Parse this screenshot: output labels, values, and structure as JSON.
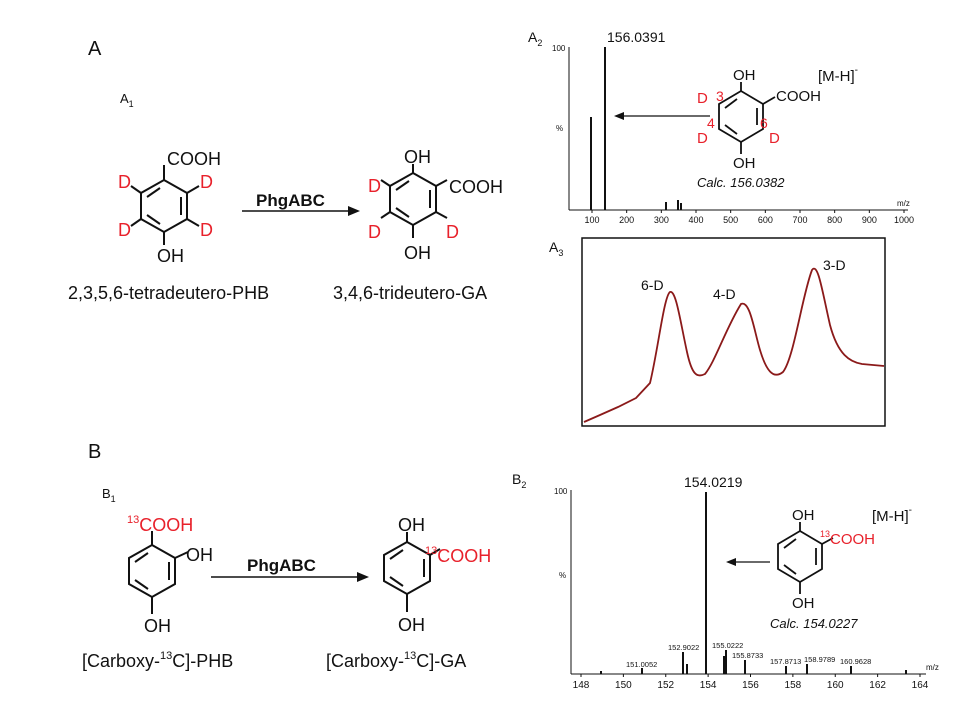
{
  "panelA": {
    "letter": "A",
    "a1": {
      "label": "A",
      "sub": "1"
    },
    "substrate": {
      "name": "2,3,5,6-tetradeutero-PHB",
      "cooh": "COOH",
      "oh": "OH",
      "d": "D"
    },
    "product": {
      "name": "3,4,6-trideutero-GA",
      "cooh": "COOH",
      "oh": "OH",
      "d": "D"
    },
    "enzyme": "PhgABC",
    "a2": {
      "label": "A",
      "sub": "2",
      "peak_label": "156.0391",
      "y_top": "100",
      "y_unit": "%",
      "x_unit": "m/z",
      "x_ticks": [
        "100",
        "200",
        "300",
        "400",
        "500",
        "600",
        "700",
        "800",
        "900",
        "1000"
      ],
      "ion": "[M-H]",
      "ion_sup": "-",
      "calc": "Calc. 156.0382",
      "ring_numbers": [
        "3",
        "4",
        "6"
      ],
      "oh": "OH",
      "cooh": "COOH",
      "d": "D"
    },
    "a3": {
      "label": "A",
      "sub": "3",
      "peaks": [
        "6-D",
        "4-D",
        "3-D"
      ],
      "line_color": "#8b1a1a"
    }
  },
  "panelB": {
    "letter": "B",
    "b1": {
      "label": "B",
      "sub": "1"
    },
    "substrate": {
      "prefix": "[Carboxy-",
      "sup": "13",
      "suffix": "C]-PHB",
      "iso": "13",
      "cooh": "COOH",
      "oh": "OH"
    },
    "product": {
      "prefix": "[Carboxy-",
      "sup": "13",
      "suffix": "C]-GA",
      "iso": "13",
      "cooh": "COOH",
      "oh": "OH"
    },
    "enzyme": "PhgABC",
    "b2": {
      "label": "B",
      "sub": "2",
      "peak_label": "154.0219",
      "y_top": "100",
      "y_unit": "%",
      "x_unit": "m/z",
      "x_ticks": [
        "148",
        "150",
        "152",
        "154",
        "156",
        "158",
        "160",
        "162",
        "164"
      ],
      "minor_labels": [
        "151.0052",
        "152.9022",
        "155.0222",
        "155.8733",
        "157.8713",
        "158.9789",
        "160.9628"
      ],
      "ion": "[M-H]",
      "ion_sup": "-",
      "calc": "Calc. 154.0227",
      "iso": "13",
      "cooh": "COOH",
      "oh": "OH"
    }
  },
  "colors": {
    "accent": "#e8212b",
    "ink": "#111111"
  }
}
